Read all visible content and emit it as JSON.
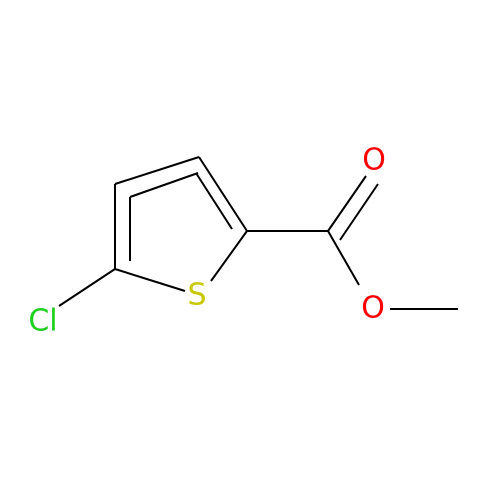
{
  "molecule": {
    "atoms": {
      "sulfur": "S",
      "chlorine": "Cl",
      "carbonyl_oxygen": "O",
      "ester_oxygen": "O"
    },
    "colors": {
      "bond": "#000000",
      "sulfur": "#c8c800",
      "chlorine": "#1fcf1f",
      "oxygen": "#ff0000"
    }
  }
}
